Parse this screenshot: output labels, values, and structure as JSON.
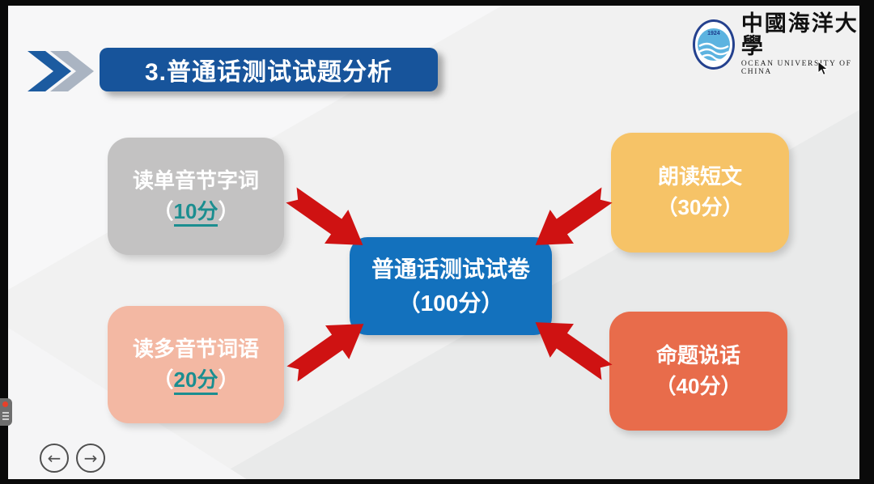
{
  "slide": {
    "title": "3.普通话测试试题分析",
    "logo": {
      "name_zh": "中國海洋大學",
      "name_en": "OCEAN UNIVERSITY OF CHINA",
      "year": "1924"
    },
    "center_node": {
      "label": "普通话测试试卷",
      "score_line": "（100分）"
    },
    "nodes": [
      {
        "id": "read-monosyllabic",
        "label": "读单音节字词",
        "paren_open": "（",
        "score": "10分",
        "paren_close": "）",
        "color": "#c3c2c2",
        "score_underlined": true
      },
      {
        "id": "read-polysyllabic",
        "label": "读多音节词语",
        "paren_open": "（",
        "score": "20分",
        "paren_close": "）",
        "color": "#f3b8a3",
        "score_underlined": true
      },
      {
        "id": "read-passage",
        "label": "朗读短文",
        "paren_open": "（",
        "score": "30分",
        "paren_close": "）",
        "color": "#f6c367",
        "score_underlined": false
      },
      {
        "id": "topic-speech",
        "label": "命题说话",
        "paren_open": "（",
        "score": "40分",
        "paren_close": "）",
        "color": "#e86c4b",
        "score_underlined": false
      }
    ],
    "nav": {
      "back": "←",
      "forward": "→"
    },
    "colors": {
      "title_bar": "#17549b",
      "center_node": "#1371bd",
      "arrow_red": "#cf1212",
      "score_accent_teal": "#1b8e90",
      "chevron_blue": "#1c5ba0",
      "chevron_gray": "#aab4c2",
      "slide_background": "#f1f1f1"
    }
  }
}
